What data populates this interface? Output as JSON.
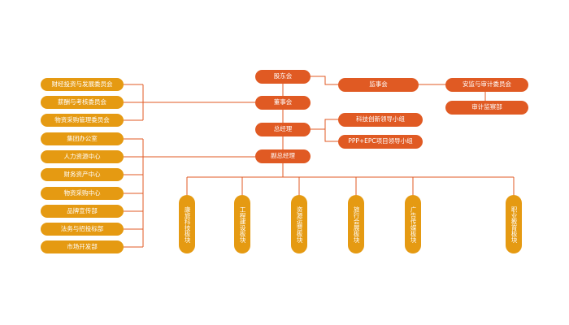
{
  "colors": {
    "primary": "#e05a23",
    "secondary": "#e59a12",
    "line": "#e05a23"
  },
  "nodes": {
    "shareholders": "股东会",
    "board": "董事会",
    "gm": "总经理",
    "deputy_gm": "副总经理",
    "supervisory_board": "监事会",
    "security_audit_committee": "安监与审计委员会",
    "audit_dept": "审计监察部",
    "innovation_group": "科技创新领导小组",
    "ppp_epc_group": "PPP+EPC项目领导小组",
    "committees": [
      "财经投资与发展委员会",
      "薪酬与考核委员会",
      "物资采购管理委员会"
    ],
    "departments": [
      "集团办公室",
      "人力资源中心",
      "财务资产中心",
      "物资采购中心",
      "品牌宣传部",
      "法务与招投标部",
      "市场开发部"
    ],
    "segments": [
      "康旅科技板块",
      "工程建设板块",
      "资源运营板块",
      "旅行会展板块",
      "广告传媒板块",
      "职业教育板块"
    ]
  }
}
